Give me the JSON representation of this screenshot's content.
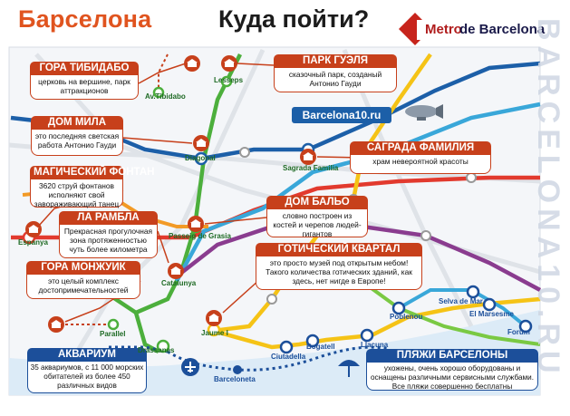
{
  "header": {
    "title": "Барселона",
    "subtitle": "Куда пойти?",
    "logo_metro": "Metro",
    "logo_de": "de Barcelona"
  },
  "watermark": "BARCELONA10.RU",
  "site_badge": "Barcelona10.ru",
  "callouts": {
    "tibidabo": {
      "title": "ГОРА ТИБИДАБО",
      "text": "церковь на вершине, парк аттракционов"
    },
    "mila": {
      "title": "ДОМ МИЛА",
      "text": "это последняя светская работа Антонио Гауди"
    },
    "fountain": {
      "title": "МАГИЧЕСКИЙ ФОНТАН",
      "text": "3620 струй фонтанов исполняют свой завораживающий танец"
    },
    "rambla": {
      "title": "ЛА РАМБЛА",
      "text": "Прекрасная прогулочная зона протяженностью чуть более километра"
    },
    "montjuic": {
      "title": "ГОРА МОНЖУИК",
      "text": "это целый комплекс достопримечательностей"
    },
    "guell": {
      "title": "ПАРК ГУЭЛЯ",
      "text": "сказочный парк, созданый  Антонио Гауди"
    },
    "sagrada": {
      "title": "САГРАДА ФАМИЛИЯ",
      "text": "храм невероятной красоты"
    },
    "batllo": {
      "title": "ДОМ БАЛЬО",
      "text": "словно построен из костей и черепов людей-гигантов"
    },
    "gothic": {
      "title": "ГОТИЧЕСКИЙ КВАРТАЛ",
      "text": "это просто музей под открытым небом! Такого количества готических зданий, как здесь, нет нигде в Европе!"
    },
    "aquarium": {
      "title": "АКВАРИУМ",
      "text": "35 аквариумов, с 11 000 морских обитателей из более 450 различных видов"
    },
    "beaches": {
      "title": "ПЛЯЖИ БАРСЕЛОНЫ",
      "text": "ухожены, очень хорошо оборудованы и оснащены различными сервисными службами. Все пляжи совершенно бесплатны"
    }
  },
  "stations": {
    "tibidabo": "Av.Tibidabo",
    "lesseps": "Lesseps",
    "diagonal": "Diagonal",
    "sagrada": "Sagrada Familia",
    "espanya": "Espanya",
    "passeig": "Passeig de Grasia",
    "catalunya": "Catalunya",
    "parallel": "Parallel",
    "drassanes": "Drassanes",
    "jaume": "Jaume I",
    "barceloneta": "Barceloneta",
    "ciutadella": "Ciutadella",
    "bogatell": "Bogatell",
    "llacuna": "Llacuna",
    "poblenou": "Poblenou",
    "selva": "Selva de Mar",
    "marsesme": "El Marsesme",
    "forum": "Forum"
  },
  "colors": {
    "accent_orange": "#c7401b",
    "title_orange": "#e0541f",
    "line_blue": "#1c5fa8",
    "line_green": "#4caf3c",
    "line_red": "#e23a2e",
    "line_yellow": "#f5c316",
    "line_lightblue": "#39a7d9",
    "line_purple": "#8a3c8f",
    "line_orange": "#f29a26",
    "line_lightgreen": "#7ac943"
  }
}
